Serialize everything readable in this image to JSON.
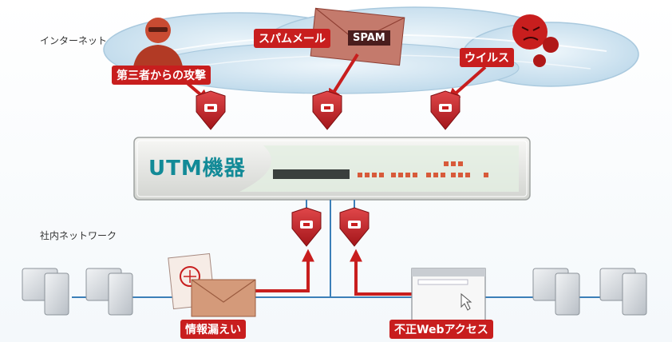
{
  "zones": {
    "internet": "インターネット",
    "lan": "社内ネットワーク"
  },
  "device": {
    "name": "UTM機器"
  },
  "threats": {
    "third_party_attack": "第三者からの攻撃",
    "spam_mail": "スパムメール",
    "spam_badge": "SPAM",
    "virus": "ウイルス",
    "info_leak": "情報漏えい",
    "illegal_web": "不正Webアクセス"
  },
  "colors": {
    "threat_red": "#c81e1e",
    "cloud_blue": "#cfe3f0",
    "utm_teal": "#128a97",
    "network_line": "#3b7fb8"
  }
}
